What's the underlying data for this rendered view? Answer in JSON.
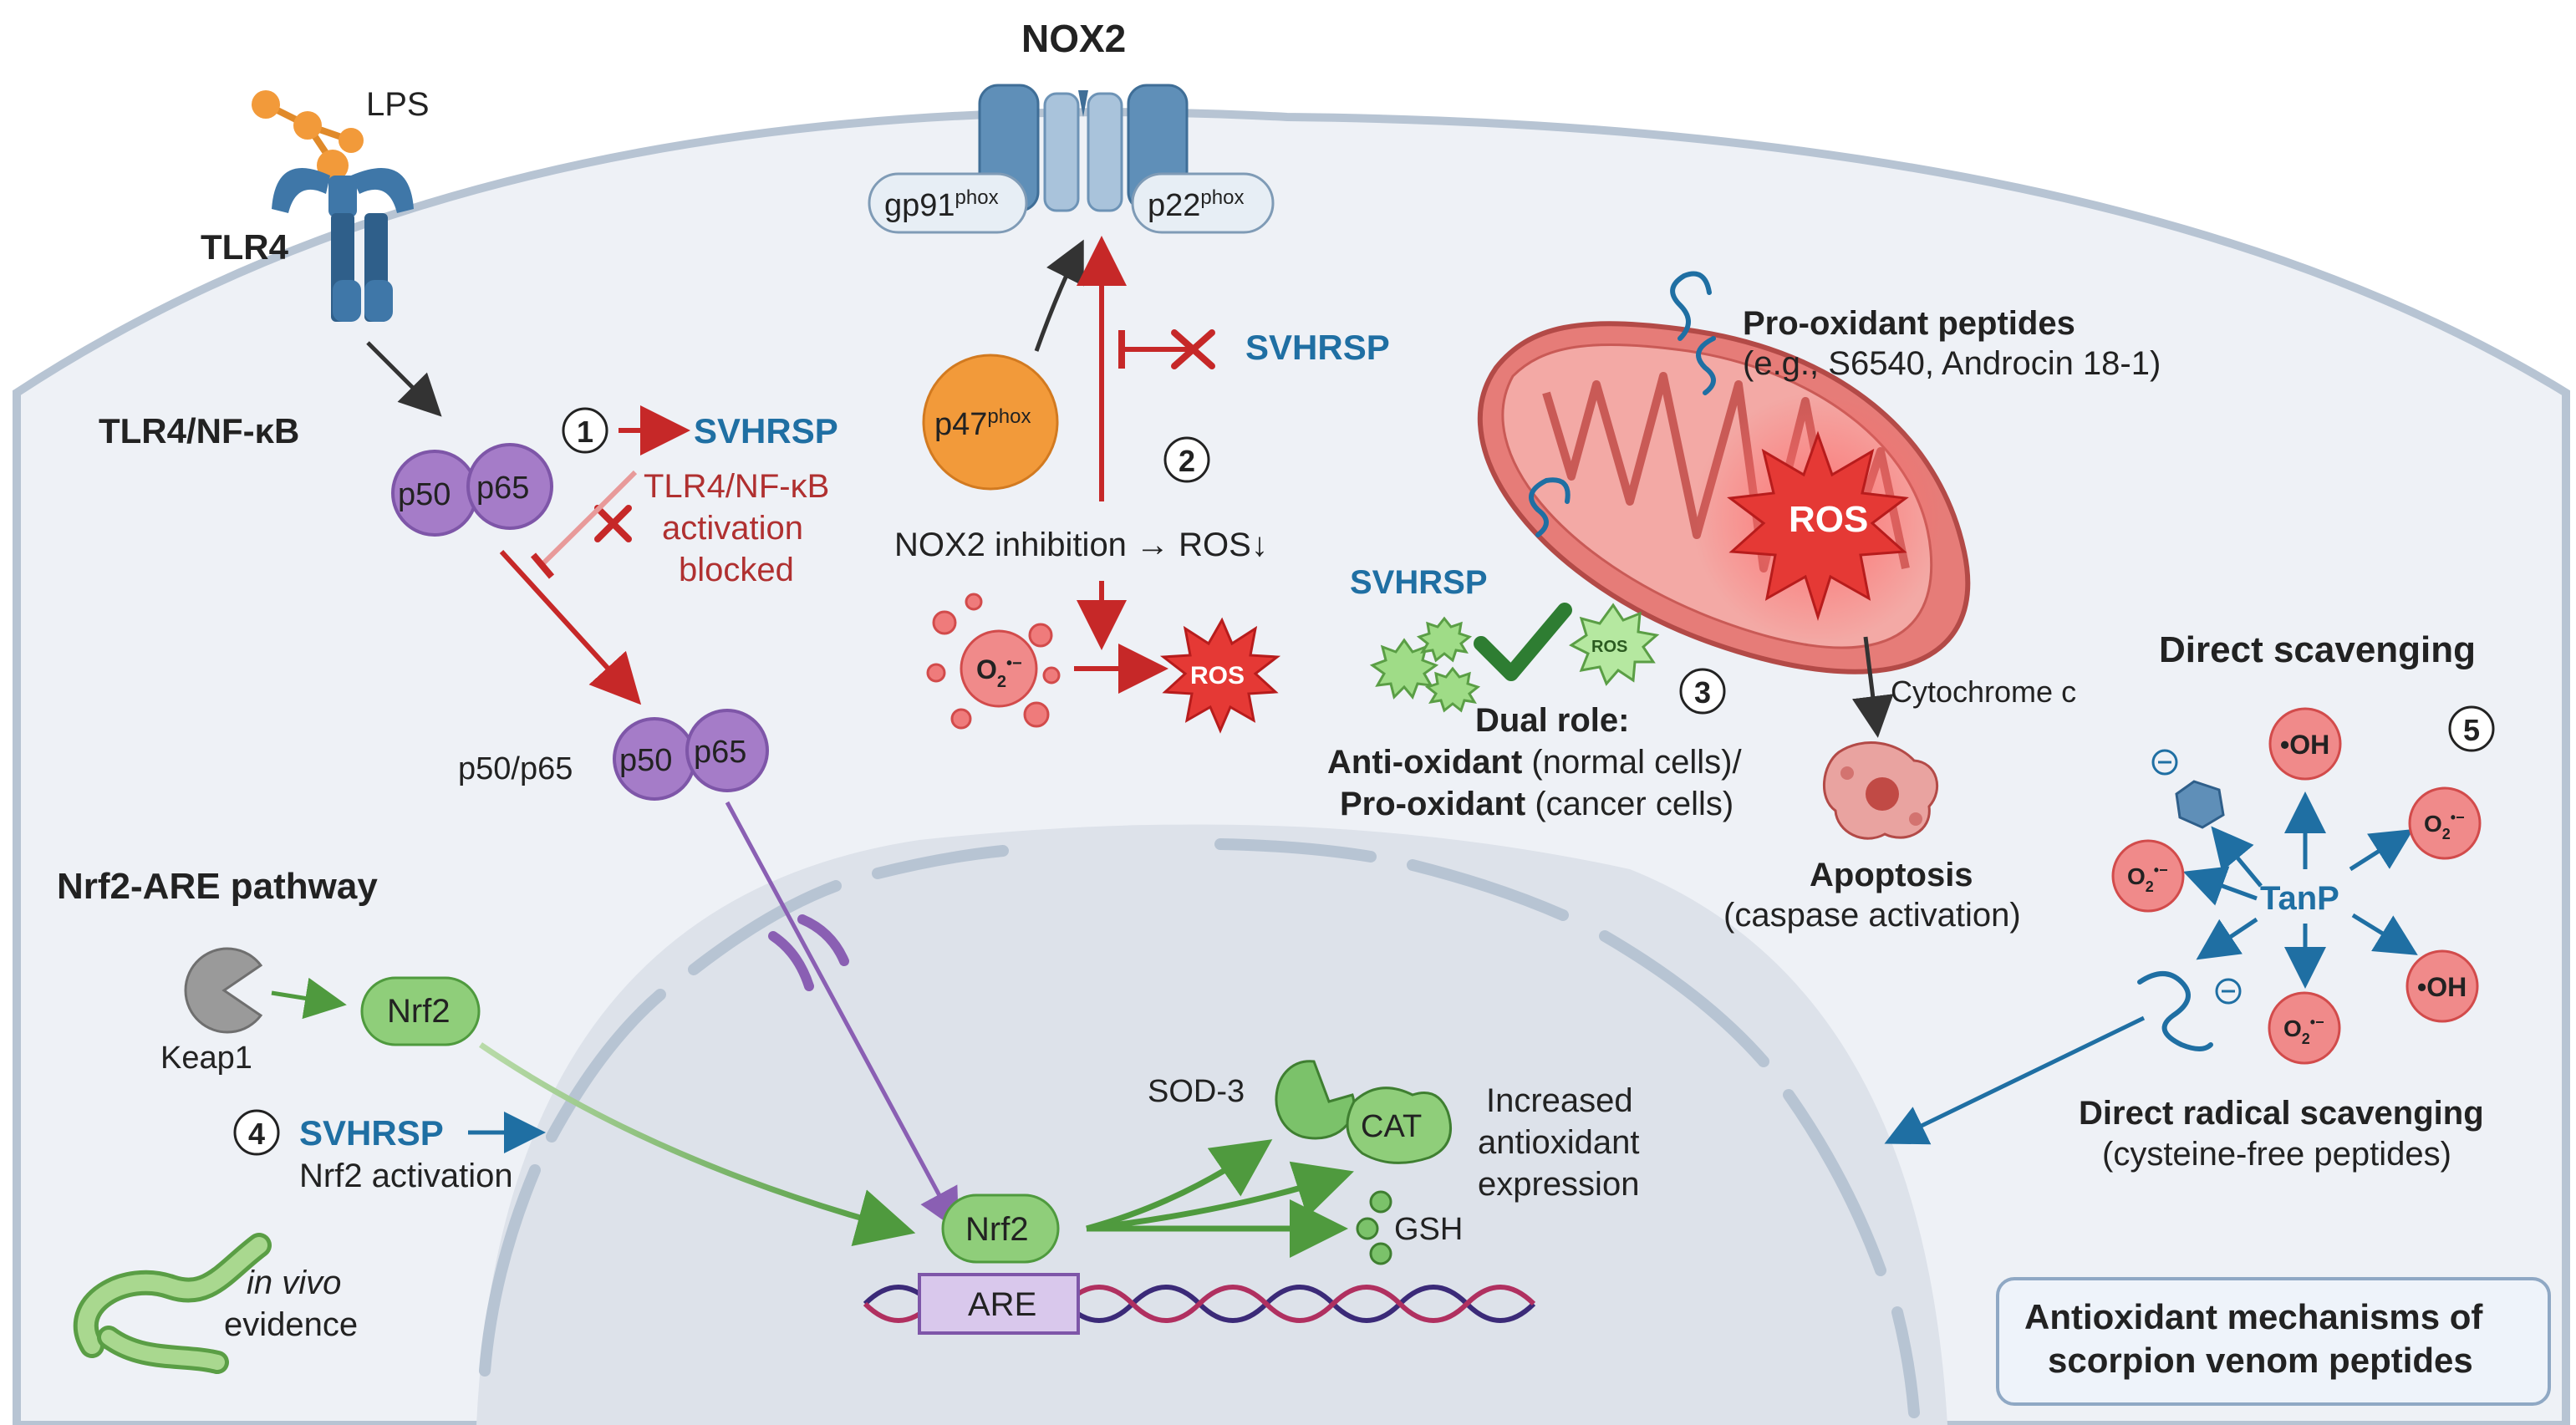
{
  "colors": {
    "cell_fill": "#eef1f6",
    "nucleus_fill": "#dde2ea",
    "membrane": "#b7c4d3",
    "red_arrow": "#c62828",
    "blue_text": "#1f6fa3",
    "green": "#4f9a3e",
    "purple": "#a57cc8",
    "orange": "#f29a3a",
    "mito": "#e67c78"
  },
  "icons": {
    "receptor": "tlr4-receptor-icon",
    "lps": "lps-molecule-icon",
    "channel": "nox2-channel-icon",
    "mitochondrion": "mitochondrion-icon",
    "keap1": "keap1-pacman-icon",
    "worm": "c-elegans-worm-icon",
    "dna": "dna-helix-icon",
    "ros_burst": "ros-starburst-icon",
    "peptide": "peptide-squiggle-icon",
    "check": "check-mark-icon"
  },
  "labels": {
    "lps": "LPS",
    "tlr4": "TLR4",
    "tlr4_nfkb": "TLR4/NF-κB",
    "p50": "p50",
    "p65": "p65",
    "step1": "1",
    "svhrsp1": "SVHRSP",
    "tlr4_blocked_1": "TLR4/NF-κB",
    "tlr4_blocked_2": "activation",
    "tlr4_blocked_3": "blocked",
    "p50_p65": "p50/p65",
    "nox2": "NOX2",
    "gp91": "gp91",
    "gp91_sup": "phox",
    "p22": "p22",
    "p22_sup": "phox",
    "p47": "p47",
    "p47_sup": "phox",
    "svhrsp2": "SVHRSP",
    "step2": "2",
    "nox2_inhibition": "NOX2 inhibition → ROS↓",
    "o2": "O",
    "o2_sub": "2",
    "o2_sup": "•−",
    "ros": "ROS",
    "pro_ox_title": "Pro-oxidant peptides",
    "pro_ox_examples": "(e.g., S6540, Androcin 18-1)",
    "svhrsp3": "SVHRSP",
    "ros_small": "ROS",
    "step3": "3",
    "dual_role": "Dual role:",
    "anti_ox": "Anti-oxidant",
    "anti_ox_rest": " (normal cells)/",
    "pro_ox": "Pro-oxidant",
    "pro_ox_rest": " (cancer cells)",
    "cytochrome": "Cytochrome c",
    "apoptosis": "Apoptosis",
    "caspase": "(caspase activation)",
    "direct_scavenging": "Direct scavenging",
    "step5": "5",
    "oh": "•OH",
    "neg": "⊖",
    "tanp": "TanP",
    "direct_radical": "Direct radical scavenging",
    "cysteine_free": "(cysteine-free peptides)",
    "nrf2_pathway": "Nrf2-ARE pathway",
    "keap1": "Keap1",
    "nrf2": "Nrf2",
    "step4": "4",
    "svhrsp4": "SVHRSP",
    "nrf2_activation": "Nrf2 activation",
    "in_vivo": "in vivo",
    "evidence": "evidence",
    "sod3": "SOD-3",
    "cat": "CAT",
    "gsh": "GSH",
    "increased_1": "Increased",
    "increased_2": "antioxidant",
    "increased_3": "expression",
    "are": "ARE",
    "summary_1": "Antioxidant mechanisms of",
    "summary_2": "scorpion venom peptides"
  }
}
